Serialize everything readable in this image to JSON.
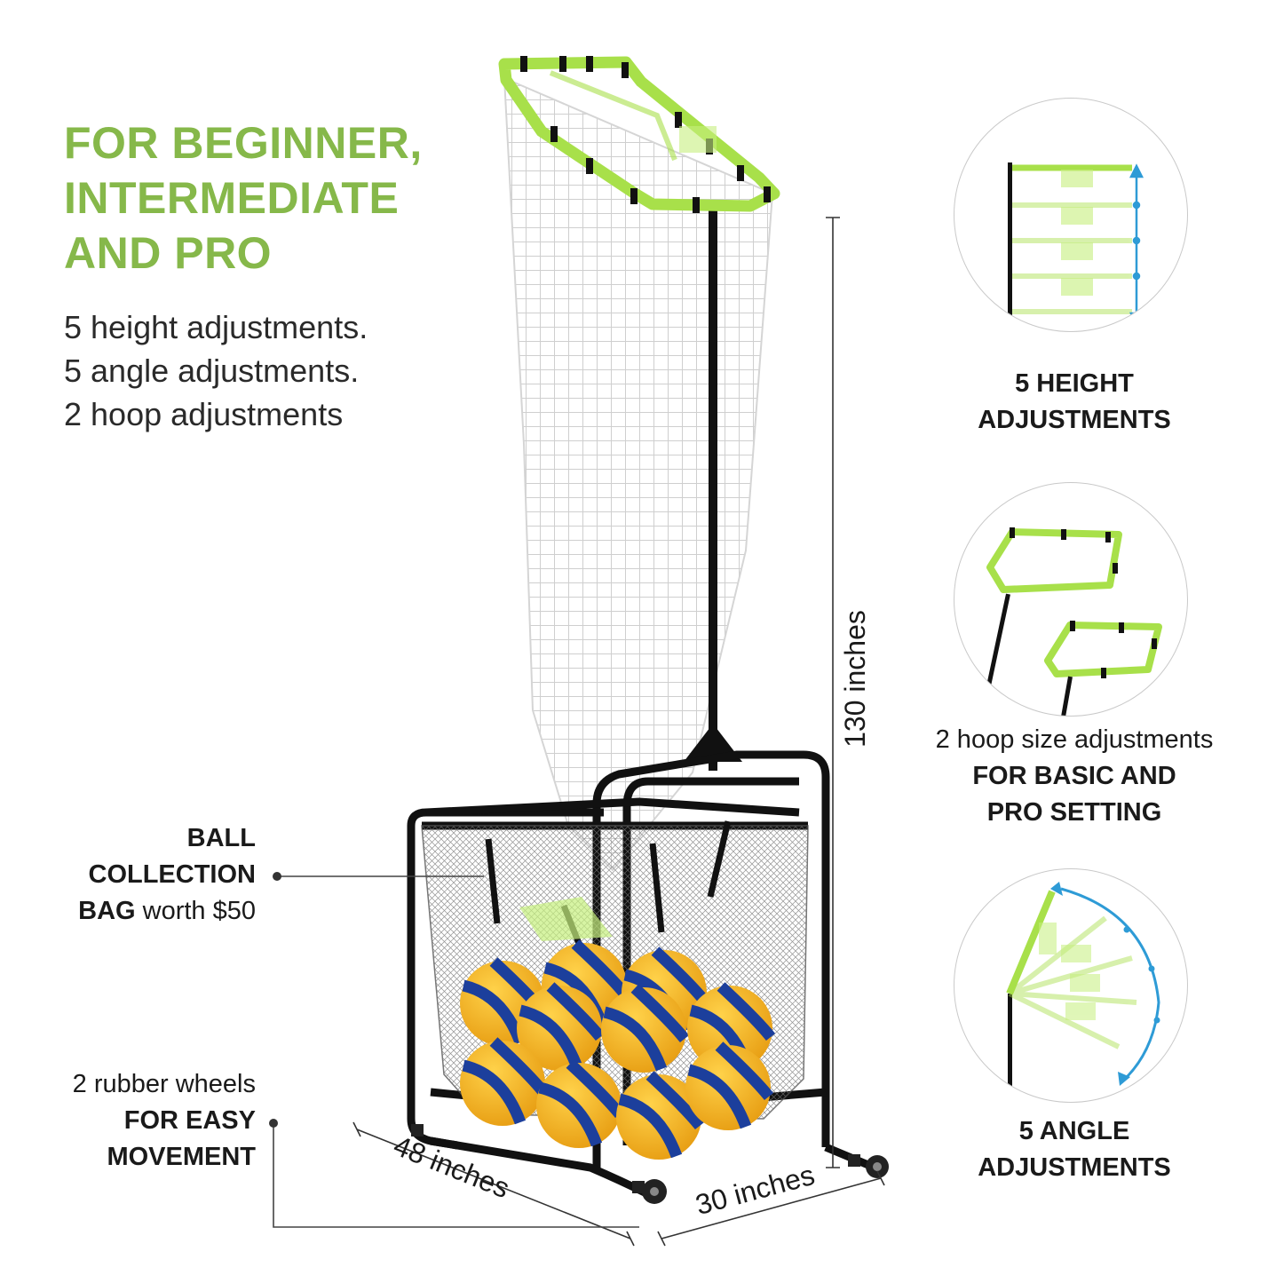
{
  "headline": {
    "line1": "FOR BEGINNER,",
    "line2": "INTERMEDIATE",
    "line3": "AND PRO"
  },
  "features": [
    "5 height adjustments.",
    "5 angle adjustments.",
    "2 hoop adjustments"
  ],
  "ball_bag": {
    "bold1": "BALL",
    "bold2": "COLLECTION",
    "bold3": "BAG",
    "rest": " worth $50"
  },
  "wheels": {
    "light": "2 rubber wheels",
    "bold1": "FOR EASY",
    "bold2": "MOVEMENT"
  },
  "height_caption": {
    "line1": "5 HEIGHT",
    "line2": "ADJUSTMENTS"
  },
  "hoop_caption": {
    "light": "2 hoop size adjustments",
    "line1": "FOR BASIC AND",
    "line2": "PRO SETTING"
  },
  "angle_caption": {
    "line1": "5 ANGLE",
    "line2": "ADJUSTMENTS"
  },
  "dimensions": {
    "height": "130 inches",
    "length": "48 inches",
    "width": "30 inches"
  },
  "colors": {
    "accent_green": "#86b84a",
    "hoop_green": "#a8e04a",
    "arrow_blue": "#2e9bd6",
    "ball_yellow": "#f3b623",
    "ball_blue": "#1c3f9c"
  }
}
